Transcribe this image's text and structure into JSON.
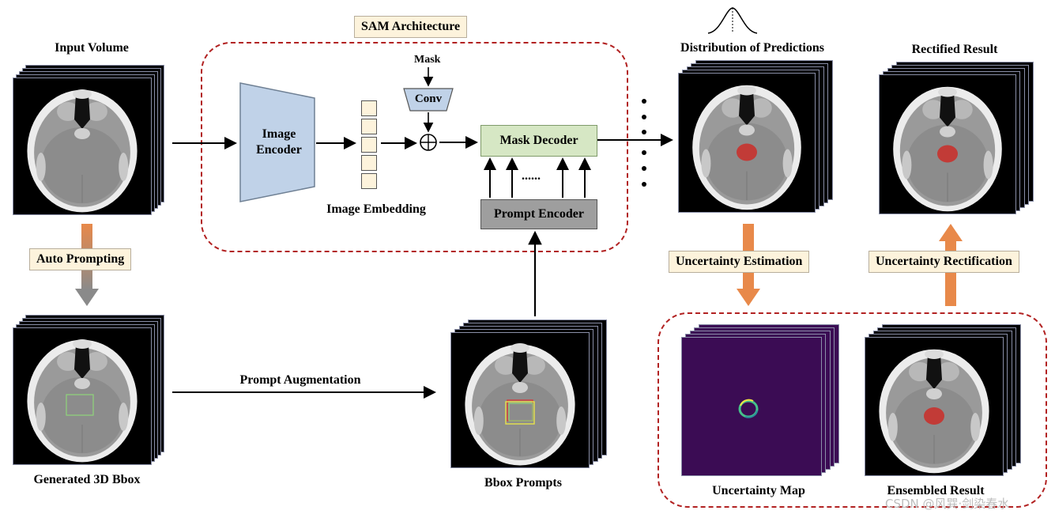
{
  "title_badge": "SAM  Architecture",
  "labels": {
    "input_volume": "Input Volume",
    "auto_prompting": "Auto Prompting",
    "generated_bbox": "Generated 3D Bbox",
    "prompt_augmentation": "Prompt Augmentation",
    "bbox_prompts": "Bbox Prompts",
    "image_encoder": "Image Encoder",
    "image_embedding": "Image Embedding",
    "mask": "Mask",
    "conv": "Conv",
    "mask_decoder": "Mask Decoder",
    "prompt_encoder": "Prompt Encoder",
    "ellipsis": "......",
    "distribution": "Distribution of Predictions",
    "rectified": "Rectified Result",
    "uncertainty_estimation": "Uncertainty Estimation",
    "uncertainty_rectification": "Uncertainty Rectification",
    "uncertainty_map": "Uncertainty Map",
    "ensembled": "Ensembled Result"
  },
  "watermark": "CSDN @风巽·剑染春水",
  "colors": {
    "encoder_fill": "#c0d2e8",
    "decoder_fill": "#d6e7c4",
    "prompt_encoder_fill": "#9e9e9e",
    "orange_arrow": "#e8894a",
    "dashed_border": "#b22222",
    "badge_fill": "#fdf3dc",
    "uncertainty_bg": "#3b0c54",
    "mask_red": "#c8322e"
  }
}
